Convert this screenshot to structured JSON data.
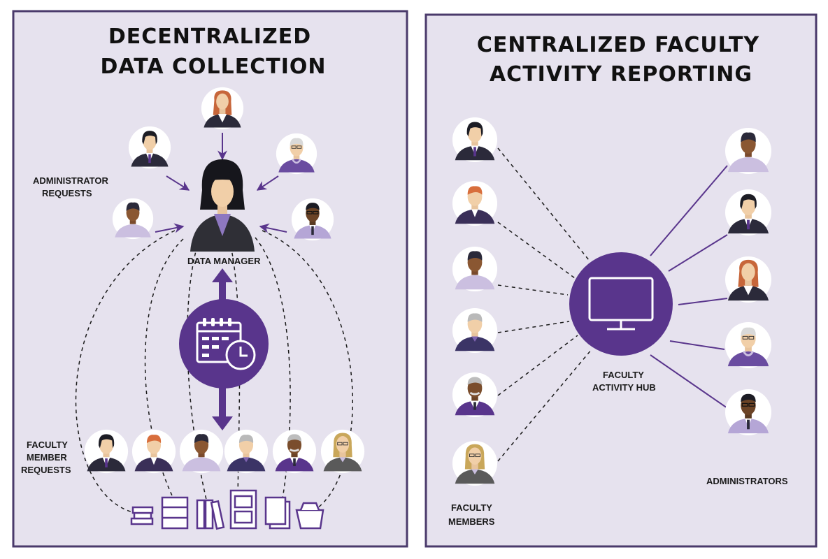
{
  "left_panel": {
    "title_line1": "DECENTRALIZED",
    "title_line2": "DATA COLLECTION",
    "admin_label_line1": "ADMINISTRATOR",
    "admin_label_line2": "REQUESTS",
    "data_manager_label": "DATA MANAGER",
    "faculty_label_line1": "FACULTY",
    "faculty_label_line2": "MEMBER",
    "faculty_label_line3": "REQUESTS",
    "center_icon": "calendar-clock-icon",
    "bottom_icons": [
      "books-icon",
      "file-cabinet-icon",
      "binders-icon",
      "drawer-cabinet-icon",
      "documents-icon",
      "folder-icon"
    ]
  },
  "right_panel": {
    "title_line1": "CENTRALIZED FACULTY",
    "title_line2": "ACTIVITY REPORTING",
    "hub_label_line1": "FACULTY",
    "hub_label_line2": "ACTIVITY HUB",
    "hub_icon": "monitor-icon",
    "faculty_label_line1": "FACULTY",
    "faculty_label_line2": "MEMBERS",
    "admin_label": "ADMINISTRATORS"
  },
  "colors": {
    "panel_bg": "#e6e2ee",
    "border": "#4a3a6b",
    "purple": "#59358c",
    "dark": "#2b2a3a",
    "skin": "#f1cfa8"
  }
}
